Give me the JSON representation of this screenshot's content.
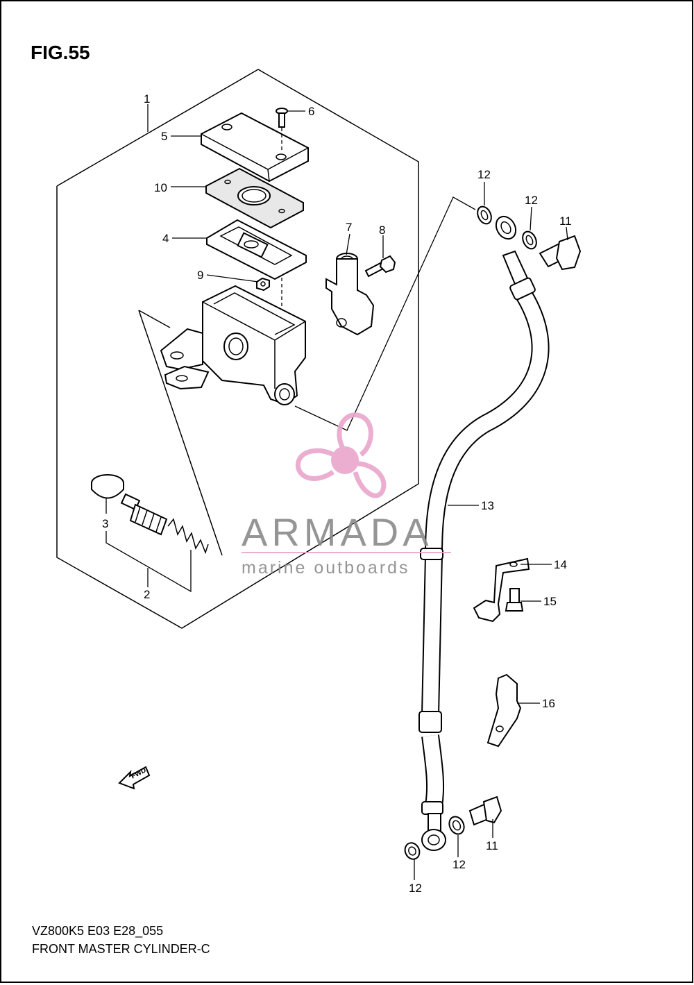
{
  "figure": {
    "title": "FIG.55"
  },
  "footer": {
    "code": "VZ800K5 E03 E28_055",
    "name": "FRONT MASTER CYLINDER-C"
  },
  "watermark": {
    "brand": "ARMADA",
    "tagline": "marine outboards",
    "logo_color": "#e9a6cc",
    "text_color": "#8a8a8a"
  },
  "direction_marker": {
    "label": "FWD"
  },
  "callouts": {
    "c1": "1",
    "c2": "2",
    "c3": "3",
    "c4": "4",
    "c5": "5",
    "c6": "6",
    "c7": "7",
    "c8": "8",
    "c9": "9",
    "c10": "10",
    "c11a": "11",
    "c11b": "11",
    "c12a": "12",
    "c12b": "12",
    "c12c": "12",
    "c12d": "12",
    "c13": "13",
    "c14": "14",
    "c15": "15",
    "c16": "16"
  }
}
